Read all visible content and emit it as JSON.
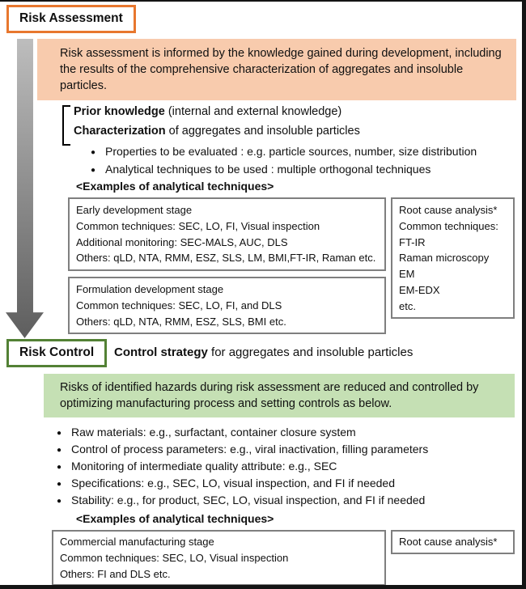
{
  "colors": {
    "orange": "#E8772E",
    "salmon_bg": "#F8CBAD",
    "green": "#538135",
    "green_bg": "#C5E0B4",
    "box_border": "#7F7F7F",
    "frame": "#141414",
    "arrow_top": "#BDBDBD",
    "arrow_bottom": "#5E5E5E"
  },
  "risk_assessment": {
    "title": "Risk Assessment",
    "intro": "Risk assessment is informed by the knowledge gained during development, including the results of the comprehensive characterization of aggregates and insoluble particles.",
    "prior_knowledge": {
      "bold": "Prior knowledge",
      "rest": " (internal and external knowledge)"
    },
    "characterization": {
      "bold": "Characterization",
      "rest": " of aggregates and insoluble particles"
    },
    "bullets": [
      "Properties to be evaluated : e.g. particle sources, number, size distribution",
      "Analytical techniques to be used : multiple orthogonal techniques"
    ],
    "examples_heading": "<Examples of analytical techniques>",
    "early_box": [
      "Early development stage",
      "Common techniques: SEC, LO, FI, Visual inspection",
      "Additional monitoring: SEC-MALS, AUC, DLS",
      "Others: qLD, NTA, RMM, ESZ, SLS, LM, BMI,FT-IR, Raman etc."
    ],
    "root_cause_box": [
      "Root cause analysis*",
      "Common techniques:",
      "FT-IR",
      "Raman microscopy",
      "EM",
      "EM-EDX",
      "etc."
    ],
    "formulation_box": [
      "Formulation development stage",
      "Common techniques: SEC, LO, FI, and DLS",
      "Others: qLD, NTA, RMM, ESZ, SLS, BMI etc."
    ]
  },
  "risk_control": {
    "title": "Risk Control",
    "subtitle": {
      "bold": "Control strategy",
      "rest": " for aggregates and insoluble particles"
    },
    "intro": "Risks of identified hazards during risk assessment are reduced and controlled by optimizing manufacturing process and setting controls as below.",
    "bullets": [
      "Raw materials: e.g., surfactant, container closure system",
      "Control of process parameters: e.g., viral inactivation, filling parameters",
      "Monitoring of intermediate quality attribute: e.g., SEC",
      "Specifications: e.g., SEC, LO, visual inspection, and FI if needed",
      "Stability: e.g., for product, SEC, LO, visual inspection, and FI if needed"
    ],
    "examples_heading": "<Examples of analytical techniques>",
    "commercial_box": [
      "Commercial manufacturing stage",
      "Common techniques: SEC, LO, Visual inspection",
      "Others: FI and DLS etc."
    ],
    "root_cause_box": [
      "Root cause analysis*"
    ]
  }
}
